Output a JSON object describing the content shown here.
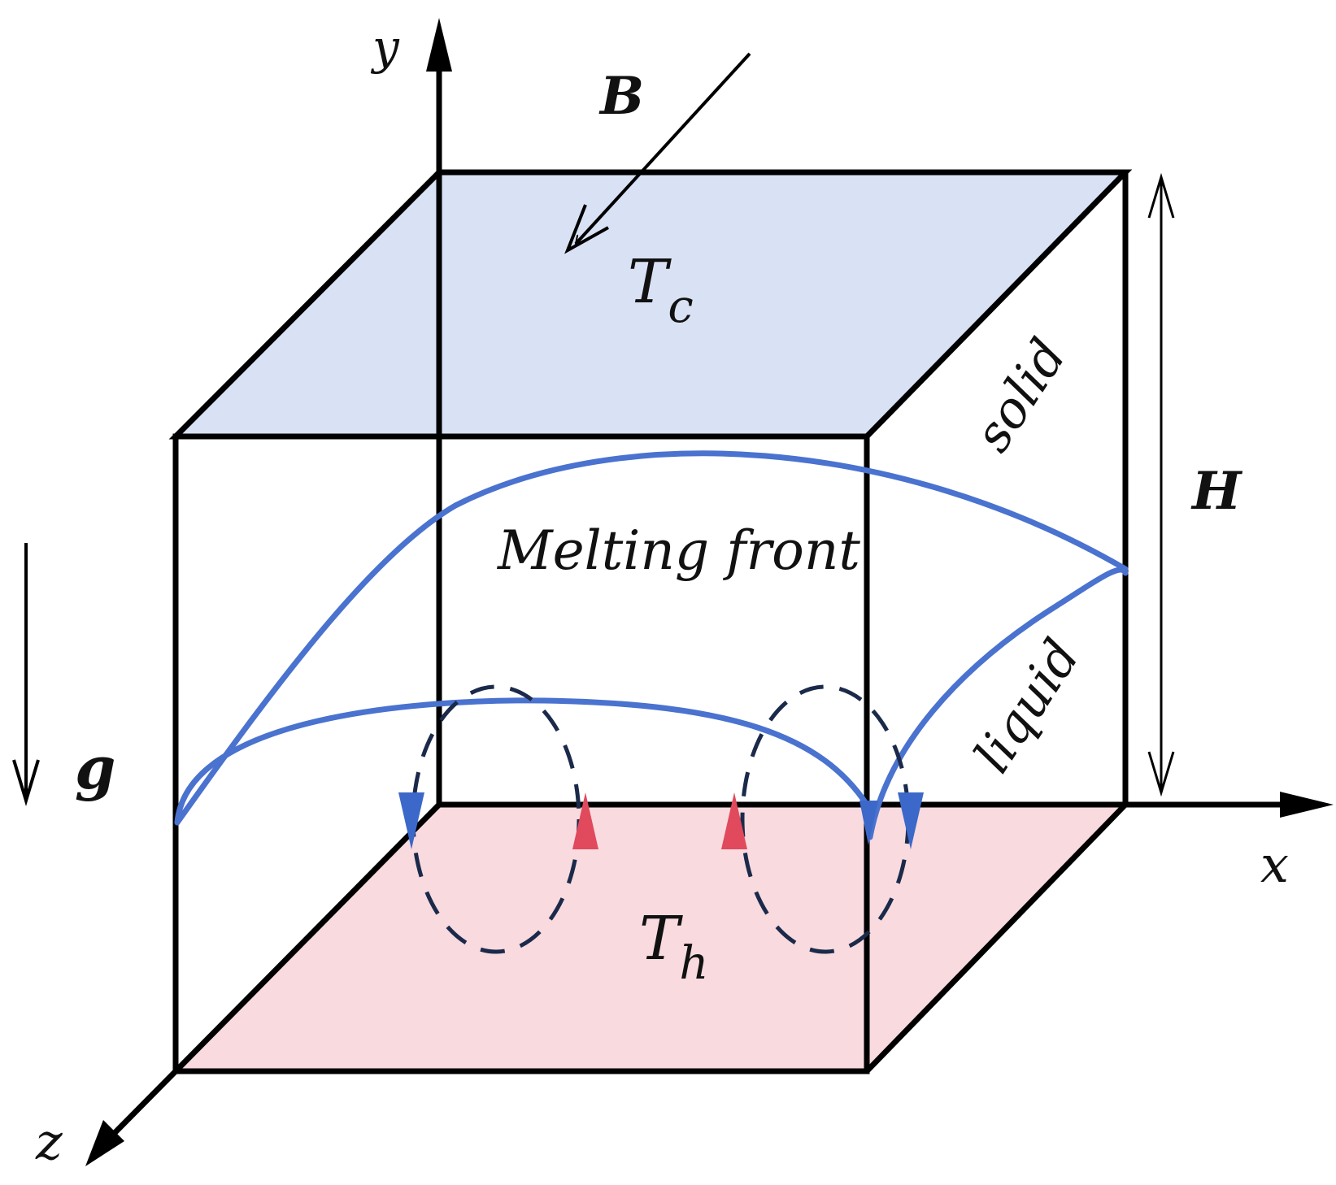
{
  "labels": {
    "y_axis": "y",
    "x_axis": "x",
    "z_axis": "z",
    "magnetic_field": "B",
    "height": "H",
    "gravity": "g",
    "cold_wall_T": "T",
    "cold_wall_sub": "c",
    "hot_wall_T": "T",
    "hot_wall_sub": "h",
    "solid_region": "solid",
    "liquid_region": "liquid",
    "front_label": "Melting front"
  },
  "colors": {
    "top_face": "#d9e2f4",
    "bottom_face": "#f8dadf",
    "edge": "#000000",
    "melting_front": "#4a72cf",
    "vortex": "#1b2a4a",
    "arrow_down": "#3c68c9",
    "arrow_up": "#e04a5c"
  }
}
